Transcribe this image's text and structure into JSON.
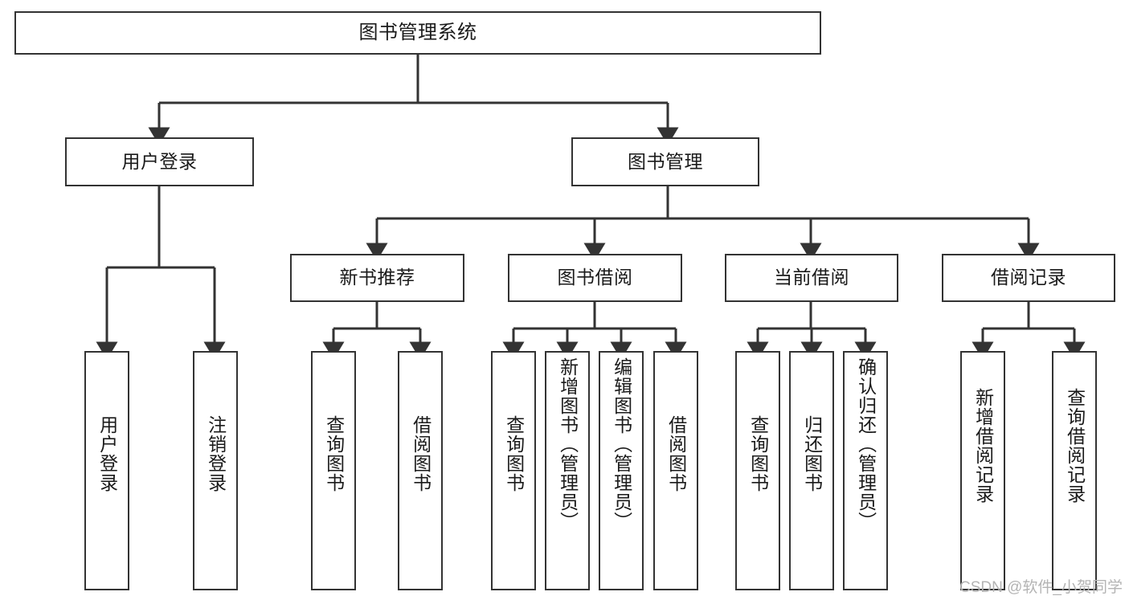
{
  "diagram": {
    "type": "tree-hierarchy",
    "title": "图书管理系统",
    "watermark": "CSDN @软件_小贺同学",
    "colors": {
      "stroke": "#333333",
      "box_fill": "#ffffff",
      "text": "#1a1a1a",
      "watermark": "#b4b4b4",
      "background": "#ffffff"
    },
    "root": {
      "label": "图书管理系统",
      "orientation": "horizontal"
    },
    "level2": [
      {
        "id": "user-login",
        "label": "用户登录",
        "orientation": "horizontal"
      },
      {
        "id": "book-management",
        "label": "图书管理",
        "orientation": "horizontal"
      }
    ],
    "level3": [
      {
        "id": "new-book-recommend",
        "label": "新书推荐",
        "orientation": "horizontal",
        "parent": "book-management"
      },
      {
        "id": "book-borrow",
        "label": "图书借阅",
        "orientation": "horizontal",
        "parent": "book-management"
      },
      {
        "id": "current-borrow",
        "label": "当前借阅",
        "orientation": "horizontal",
        "parent": "book-management"
      },
      {
        "id": "borrow-record",
        "label": "借阅记录",
        "orientation": "horizontal",
        "parent": "book-management"
      }
    ],
    "leaves": [
      {
        "id": "leaf-user-login",
        "label": "用户登录",
        "parent": "user-login",
        "orientation": "vertical"
      },
      {
        "id": "leaf-logout-login",
        "label": "注销登录",
        "parent": "user-login",
        "orientation": "vertical"
      },
      {
        "id": "leaf-query-book-1",
        "label": "查询图书",
        "parent": "new-book-recommend",
        "orientation": "vertical"
      },
      {
        "id": "leaf-borrow-book-1",
        "label": "借阅图书",
        "parent": "new-book-recommend",
        "orientation": "vertical"
      },
      {
        "id": "leaf-query-book-2",
        "label": "查询图书",
        "parent": "book-borrow",
        "orientation": "vertical"
      },
      {
        "id": "leaf-add-book",
        "label": "新增图书（管理员）",
        "parent": "book-borrow",
        "orientation": "vertical"
      },
      {
        "id": "leaf-edit-book",
        "label": "编辑图书（管理员）",
        "parent": "book-borrow",
        "orientation": "vertical"
      },
      {
        "id": "leaf-borrow-book-2",
        "label": "借阅图书",
        "parent": "book-borrow",
        "orientation": "vertical"
      },
      {
        "id": "leaf-query-book-3",
        "label": "查询图书",
        "parent": "current-borrow",
        "orientation": "vertical"
      },
      {
        "id": "leaf-return-book",
        "label": "归还图书",
        "parent": "current-borrow",
        "orientation": "vertical"
      },
      {
        "id": "leaf-confirm-return",
        "label": "确认归还（管理员）",
        "parent": "current-borrow",
        "orientation": "vertical"
      },
      {
        "id": "leaf-add-record",
        "label": "新增借阅记录",
        "parent": "borrow-record",
        "orientation": "vertical"
      },
      {
        "id": "leaf-query-record",
        "label": "查询借阅记录",
        "parent": "borrow-record",
        "orientation": "vertical"
      }
    ]
  }
}
